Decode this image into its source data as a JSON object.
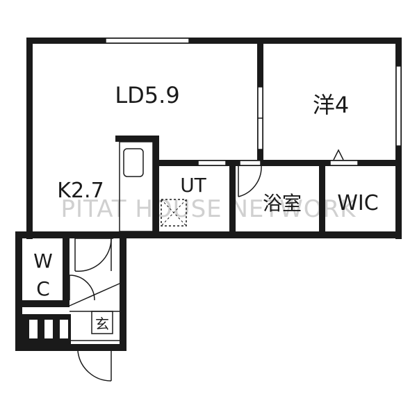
{
  "watermark": "PITAT HOUSE NETWORK",
  "rooms": {
    "ld": "LD5.9",
    "western": "洋4",
    "kitchen": "K2.7",
    "utility": "UT",
    "bath": "浴室",
    "wic": "WIC",
    "wc_top": "W",
    "wc_bottom": "C",
    "entrance": "玄"
  },
  "colors": {
    "wall": "#1a1a1a",
    "watermark": "#d0d0d0",
    "background": "#ffffff"
  }
}
